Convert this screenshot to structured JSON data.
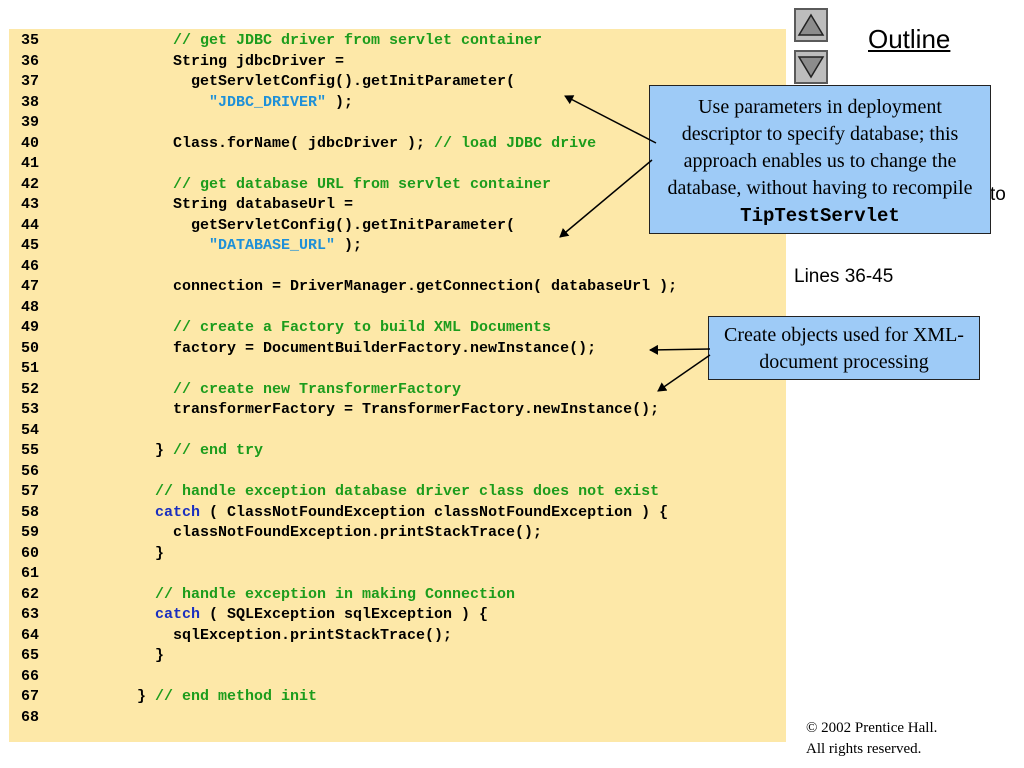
{
  "code": {
    "lines": [
      {
        "num": "35",
        "indent": 8,
        "segments": [
          {
            "t": "// get JDBC driver from servlet container",
            "c": "comment"
          }
        ]
      },
      {
        "num": "36",
        "indent": 8,
        "segments": [
          {
            "t": "String jdbcDriver =",
            "c": "plain"
          }
        ]
      },
      {
        "num": "37",
        "indent": 10,
        "segments": [
          {
            "t": "getServletConfig().getInitParameter(",
            "c": "plain"
          }
        ]
      },
      {
        "num": "38",
        "indent": 12,
        "segments": [
          {
            "t": "\"JDBC_DRIVER\"",
            "c": "string"
          },
          {
            "t": " );",
            "c": "plain"
          }
        ]
      },
      {
        "num": "39",
        "indent": 0,
        "segments": []
      },
      {
        "num": "40",
        "indent": 8,
        "segments": [
          {
            "t": "Class.forName( jdbcDriver ); ",
            "c": "plain"
          },
          {
            "t": "// load JDBC drive",
            "c": "comment"
          }
        ]
      },
      {
        "num": "41",
        "indent": 0,
        "segments": []
      },
      {
        "num": "42",
        "indent": 8,
        "segments": [
          {
            "t": "// get database URL from servlet container",
            "c": "comment"
          }
        ]
      },
      {
        "num": "43",
        "indent": 8,
        "segments": [
          {
            "t": "String databaseUrl =",
            "c": "plain"
          }
        ]
      },
      {
        "num": "44",
        "indent": 10,
        "segments": [
          {
            "t": "getServletConfig().getInitParameter(",
            "c": "plain"
          }
        ]
      },
      {
        "num": "45",
        "indent": 12,
        "segments": [
          {
            "t": "\"DATABASE_URL\"",
            "c": "string"
          },
          {
            "t": " );",
            "c": "plain"
          }
        ]
      },
      {
        "num": "46",
        "indent": 0,
        "segments": []
      },
      {
        "num": "47",
        "indent": 8,
        "segments": [
          {
            "t": "connection = DriverManager.getConnection( databaseUrl );",
            "c": "plain"
          }
        ]
      },
      {
        "num": "48",
        "indent": 0,
        "segments": []
      },
      {
        "num": "49",
        "indent": 8,
        "segments": [
          {
            "t": "// create a Factory to build XML Documents",
            "c": "comment"
          }
        ]
      },
      {
        "num": "50",
        "indent": 8,
        "segments": [
          {
            "t": "factory = DocumentBuilderFactory.newInstance();",
            "c": "plain"
          }
        ]
      },
      {
        "num": "51",
        "indent": 0,
        "segments": []
      },
      {
        "num": "52",
        "indent": 8,
        "segments": [
          {
            "t": "// create new TransformerFactory",
            "c": "comment"
          }
        ]
      },
      {
        "num": "53",
        "indent": 8,
        "segments": [
          {
            "t": "transformerFactory = TransformerFactory.newInstance();",
            "c": "plain"
          }
        ]
      },
      {
        "num": "54",
        "indent": 0,
        "segments": []
      },
      {
        "num": "55",
        "indent": 6,
        "segments": [
          {
            "t": "} ",
            "c": "plain"
          },
          {
            "t": "// end try",
            "c": "comment"
          }
        ]
      },
      {
        "num": "56",
        "indent": 0,
        "segments": []
      },
      {
        "num": "57",
        "indent": 6,
        "segments": [
          {
            "t": "// handle exception database driver class does not exist",
            "c": "comment"
          }
        ]
      },
      {
        "num": "58",
        "indent": 6,
        "segments": [
          {
            "t": "catch",
            "c": "keyword"
          },
          {
            "t": " ( ClassNotFoundException classNotFoundException ) {",
            "c": "plain"
          }
        ]
      },
      {
        "num": "59",
        "indent": 8,
        "segments": [
          {
            "t": "classNotFoundException.printStackTrace();",
            "c": "plain"
          }
        ]
      },
      {
        "num": "60",
        "indent": 6,
        "segments": [
          {
            "t": "}",
            "c": "plain"
          }
        ]
      },
      {
        "num": "61",
        "indent": 0,
        "segments": []
      },
      {
        "num": "62",
        "indent": 6,
        "segments": [
          {
            "t": "// handle exception in making Connection",
            "c": "comment"
          }
        ]
      },
      {
        "num": "63",
        "indent": 6,
        "segments": [
          {
            "t": "catch",
            "c": "keyword"
          },
          {
            "t": " ( SQLException sqlException ) {",
            "c": "plain"
          }
        ]
      },
      {
        "num": "64",
        "indent": 8,
        "segments": [
          {
            "t": "sqlException.printStackTrace();",
            "c": "plain"
          }
        ]
      },
      {
        "num": "65",
        "indent": 6,
        "segments": [
          {
            "t": "}",
            "c": "plain"
          }
        ]
      },
      {
        "num": "66",
        "indent": 0,
        "segments": []
      },
      {
        "num": "67",
        "indent": 4,
        "segments": [
          {
            "t": "} ",
            "c": "plain"
          },
          {
            "t": "// end method init",
            "c": "comment"
          }
        ]
      },
      {
        "num": "68",
        "indent": 0,
        "segments": []
      }
    ]
  },
  "sidebar": {
    "outline_title": "Outline",
    "partial_text": "to",
    "lines_label": "Lines 36-45"
  },
  "callouts": {
    "deployment": {
      "text_before": "Use parameters in deployment descriptor to specify database; this approach enables us to change the database, without having to recompile ",
      "code_word": "TipTestServlet"
    },
    "xml": {
      "text": "Create objects used for XML-document processing"
    }
  },
  "copyright": {
    "line1": "© 2002 Prentice Hall.",
    "line2": "All rights reserved."
  },
  "colors": {
    "code_background": "#fde8a8",
    "callout_background": "#9ecbf7",
    "comment": "#1c9c1c",
    "string": "#1e90d8",
    "keyword": "#1a2fbf"
  },
  "icons": {
    "up": "triangle-up-icon",
    "down": "triangle-down-icon"
  }
}
